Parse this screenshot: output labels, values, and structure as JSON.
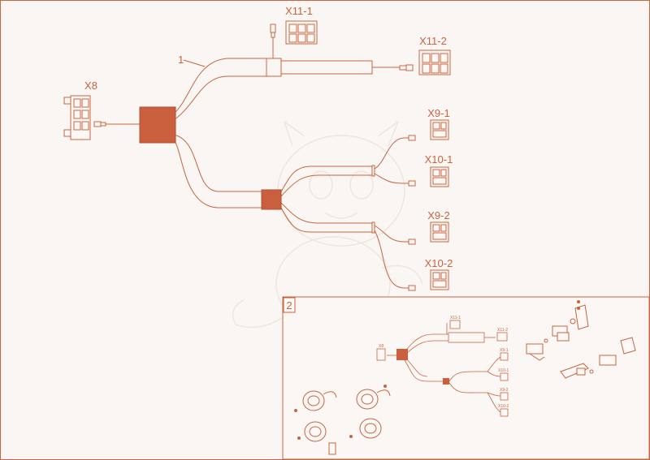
{
  "colors": {
    "line": "#c9643f",
    "fill": "#c95f3c",
    "background": "#faf6f3",
    "connector_fill": "#fdf8f5"
  },
  "main": {
    "cable_number": "1",
    "connectors": {
      "x8": "X8",
      "x11_1": "X11-1",
      "x11_2": "X11-2",
      "x9_1": "X9-1",
      "x10_1": "X10-1",
      "x9_2": "X9-2",
      "x10_2": "X10-2"
    }
  },
  "inset": {
    "number": "2",
    "mini_labels": {
      "x8": "X8",
      "x11_1": "X11-1",
      "x11_2": "X11-2",
      "x9_1": "X9-1",
      "x10_1": "X10-1",
      "x9_2": "X9-2",
      "x10_2": "X10-2"
    }
  }
}
